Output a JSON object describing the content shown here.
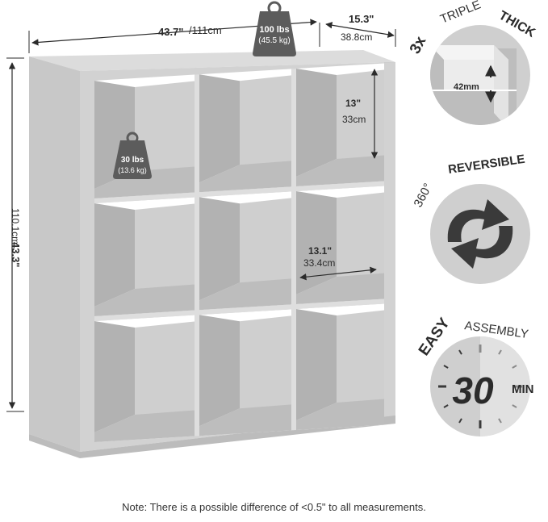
{
  "dimensions": {
    "width_in": "43.7\"",
    "width_cm": "/111cm",
    "depth_in": "15.3\"",
    "depth_cm": "38.8cm",
    "height_in": "43.3\"",
    "height_cm": "110.1cm",
    "cube_height_in": "13\"",
    "cube_height_cm": "33cm",
    "cube_width_in": "13.1\"",
    "cube_width_cm": "33.4cm"
  },
  "weights": {
    "top_lbs": "100 lbs",
    "top_kg": "(45.5 kg)",
    "shelf_lbs": "30 lbs",
    "shelf_kg": "(13.6 kg)"
  },
  "features": {
    "thick": {
      "prefix": "3x",
      "word1": "TRIPLE",
      "word2": "THICK",
      "measure": "42mm"
    },
    "reversible": {
      "prefix": "360°",
      "word": "REVERSIBLE"
    },
    "assembly": {
      "word1": "EASY",
      "word2": "ASSEMBLY",
      "number": "30",
      "unit": "MIN"
    }
  },
  "note": "Note: There is a possible difference of <0.5\" to all measurements.",
  "colors": {
    "panel": "#cfcfcf",
    "panel_dark": "#bdbdbd",
    "panel_darker": "#b2b2b2",
    "edge": "#dedede",
    "line": "#2b2b2b",
    "icon_bg": "#cfcfcf",
    "badge": "#5c5c5c",
    "arrow": "#3a3a3a"
  }
}
